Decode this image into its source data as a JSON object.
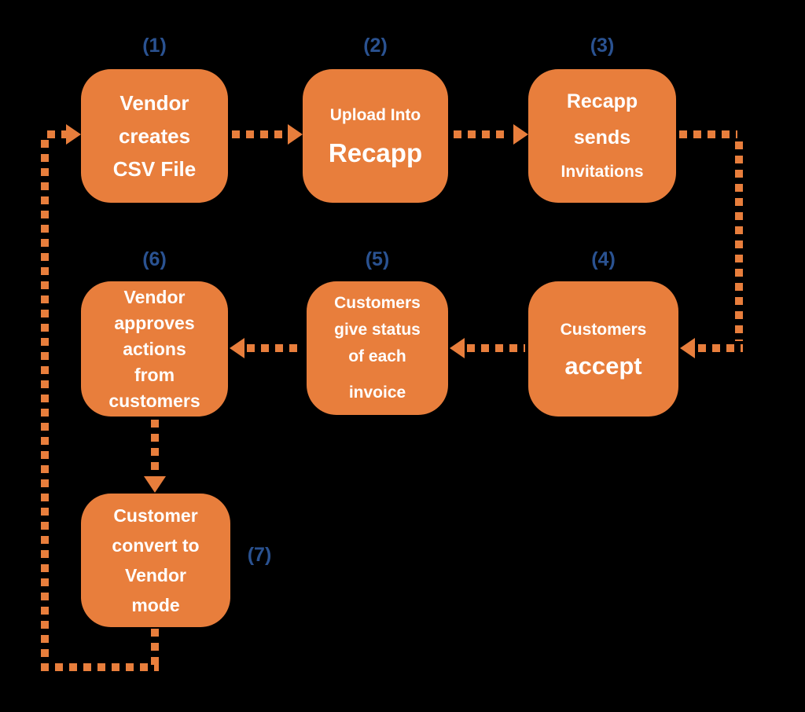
{
  "canvas": {
    "bg": "#000000"
  },
  "colors": {
    "box_fill": "#E87E3C",
    "box_text": "#FFFFFF",
    "step_label": "#2A5291",
    "connector": "#E87E3C"
  },
  "steps": [
    {
      "number": "(1)",
      "lines": [
        "Vendor",
        "creates",
        "CSV File"
      ]
    },
    {
      "number": "(2)",
      "lines": [
        "Upload Into",
        "Recapp"
      ]
    },
    {
      "number": "(3)",
      "lines": [
        "Recapp",
        "sends",
        "Invitations"
      ]
    },
    {
      "number": "(4)",
      "lines": [
        "Customers",
        "accept"
      ]
    },
    {
      "number": "(5)",
      "lines": [
        "Customers",
        "give status",
        "of each",
        "invoice"
      ]
    },
    {
      "number": "(6)",
      "lines": [
        "Vendor",
        "approves",
        "actions",
        "from",
        "customers"
      ]
    },
    {
      "number": "(7)",
      "lines": [
        "Customer",
        "convert to",
        "Vendor",
        "mode"
      ]
    }
  ]
}
